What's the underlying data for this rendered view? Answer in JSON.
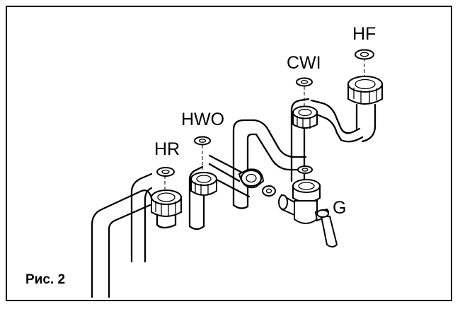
{
  "figure": {
    "caption": "Рис. 2",
    "labels": {
      "hf": "HF",
      "cwi": "CWI",
      "hwo": "HWO",
      "hr": "HR",
      "g": "G"
    }
  }
}
